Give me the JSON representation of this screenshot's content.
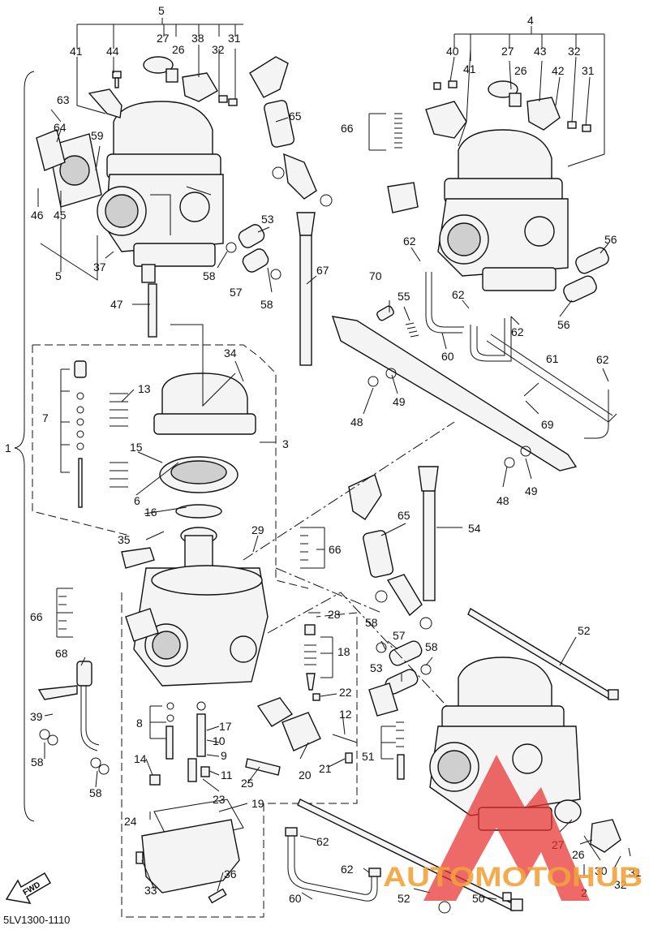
{
  "diagram": {
    "code": "5LV1300-1110",
    "fwd": "FWD",
    "watermark": "AUTOMOTOHUB",
    "colors": {
      "watermark_red": "#e8312f",
      "watermark_orange": "#f2a23a",
      "line": "#111111"
    }
  },
  "callouts": [
    "1",
    "2",
    "3",
    "4",
    "5",
    "6",
    "7",
    "8",
    "9",
    "10",
    "11",
    "12",
    "13",
    "14",
    "15",
    "16",
    "17",
    "18",
    "19",
    "20",
    "21",
    "22",
    "23",
    "24",
    "25",
    "26",
    "27",
    "28",
    "29",
    "30",
    "31",
    "32",
    "33",
    "34",
    "35",
    "36",
    "37",
    "38",
    "39",
    "40",
    "41",
    "42",
    "43",
    "44",
    "45",
    "46",
    "47",
    "48",
    "49",
    "50",
    "51",
    "52",
    "53",
    "54",
    "55",
    "56",
    "57",
    "58",
    "59",
    "60",
    "61",
    "62",
    "63",
    "64",
    "65",
    "66",
    "67",
    "68",
    "69",
    "70"
  ]
}
